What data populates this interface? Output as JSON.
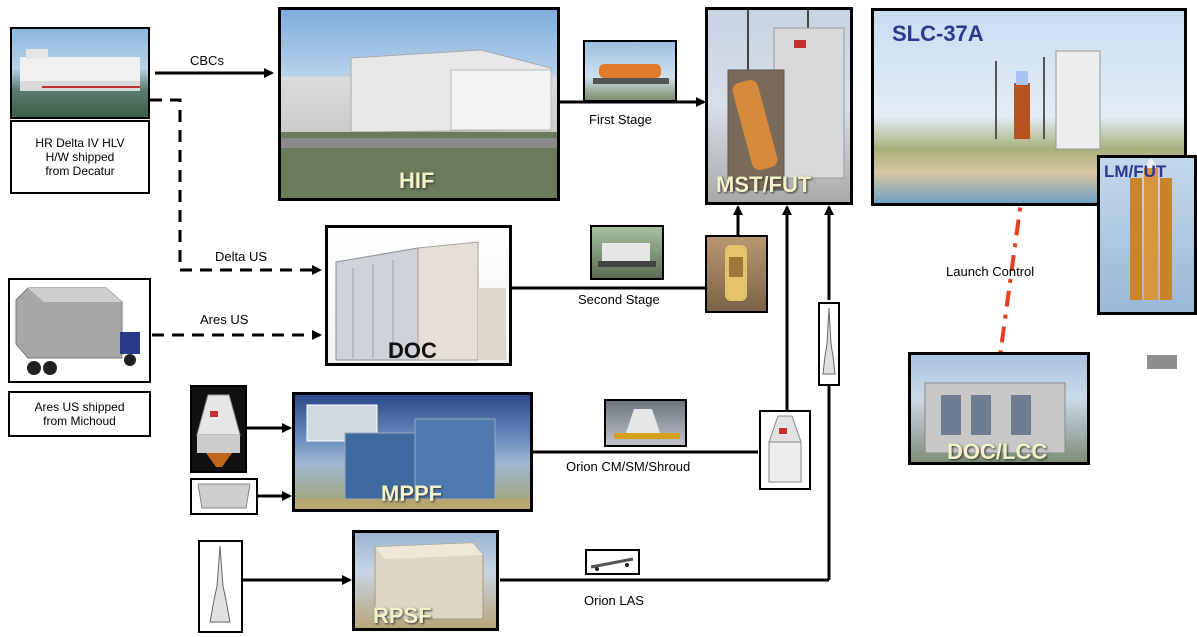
{
  "facilities": {
    "hif": "HIF",
    "doc": "DOC",
    "mppf": "MPPF",
    "rpsf": "RPSF",
    "mst_fut": "MST/FUT",
    "slc": "SLC-37A",
    "lm_fut": "LM/FUT",
    "doc_lcc": "DOC/LCC"
  },
  "captions": {
    "decatur": "HR Delta IV HLV\nH/W shipped\nfrom Decatur",
    "michoud": "Ares US shipped\nfrom Michoud"
  },
  "flow_labels": {
    "cbcs": "CBCs",
    "first_stage": "First Stage",
    "delta_us": "Delta US",
    "ares_us": "Ares US",
    "second_stage": "Second Stage",
    "orion_cm": "Orion CM/SM/Shroud",
    "orion_las": "Orion LAS",
    "launch_control": "Launch Control"
  },
  "colors": {
    "launch_control_line": "#e8401c",
    "slc_title": "#2b3990"
  }
}
